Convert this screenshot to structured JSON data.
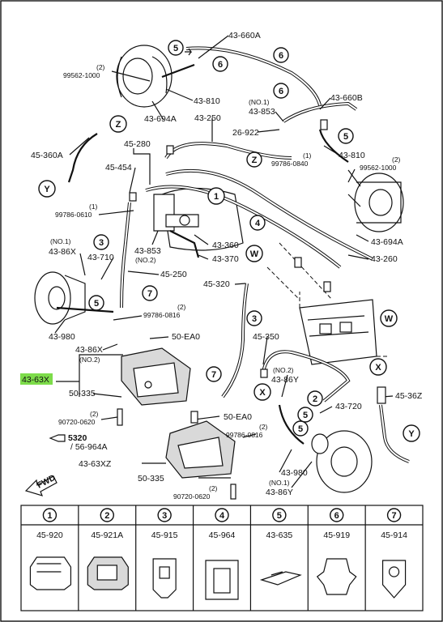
{
  "labels": {
    "l_43660a": "43-660A",
    "l_2a": "(2)",
    "l_99562_1000a": "99562-1000",
    "l_43810a": "43-810",
    "l_43694a": "43-694A",
    "l_no1a": "(NO.1)",
    "l_43853a": "43-853",
    "l_43660b": "43-660B",
    "l_43250": "43-250",
    "l_26922": "26-922",
    "l_45360a": "45-360A",
    "l_45280": "45-280",
    "l_45454": "45-454",
    "l_1a": "(1)",
    "l_99786_0840": "99786-0840",
    "l_43810b": "43-810",
    "l_2b": "(2)",
    "l_99562_1000b": "99562-1000",
    "l_1b": "(1)",
    "l_99786_0610": "99786-0610",
    "l_no1b": "(NO.1)",
    "l_4386x": "43-86X",
    "l_43710": "43-710",
    "l_43853b": "43-853",
    "l_no2a": "(NO.2)",
    "l_43360": "43-360",
    "l_43370": "43-370",
    "l_43694b": "43-694A",
    "l_43260": "43-260",
    "l_45250": "45-250",
    "l_45320": "45-320",
    "l_43980a": "43-980",
    "l_2c": "(2)",
    "l_99786_0816a": "99786-0816",
    "l_4386xb": "43-86X",
    "l_no2b": "(NO.2)",
    "l_50ea0a": "50-EA0",
    "l_4363x": "43-63X",
    "l_50335a": "50-335",
    "l_2d": "(2)",
    "l_90720_0620a": "90720-0620",
    "l_45350": "45-350",
    "l_no2c": "(NO.2)",
    "l_4386y": "43-86Y",
    "l_43720": "43-720",
    "l_4536z": "45-36Z",
    "l_5320": "5320",
    "l_56964a": "/ 56-964A",
    "l_50ea0b": "50-EA0",
    "l_2e": "(2)",
    "l_99786_0816b": "99786-0816",
    "l_4363xz": "43-63XZ",
    "l_50335b": "50-335",
    "l_2f": "(2)",
    "l_90720_0620b": "90720-0620",
    "l_43980b": "43-980",
    "l_no1c": "(NO.1)",
    "l_4386yb": "43-86Y",
    "fwd": "FWD"
  },
  "callouts": {
    "z": "Z",
    "y": "Y",
    "w": "W",
    "x": "X",
    "n1": "1",
    "n2": "2",
    "n3": "3",
    "n4": "4",
    "n5": "5",
    "n6": "6",
    "n7": "7"
  },
  "legend": [
    {
      "num": "1",
      "part": "45-920"
    },
    {
      "num": "2",
      "part": "45-921A"
    },
    {
      "num": "3",
      "part": "45-915"
    },
    {
      "num": "4",
      "part": "45-964"
    },
    {
      "num": "5",
      "part": "43-635"
    },
    {
      "num": "6",
      "part": "45-919"
    },
    {
      "num": "7",
      "part": "45-914"
    }
  ],
  "colors": {
    "highlight": "#7ddc4a",
    "ink": "#111111"
  }
}
